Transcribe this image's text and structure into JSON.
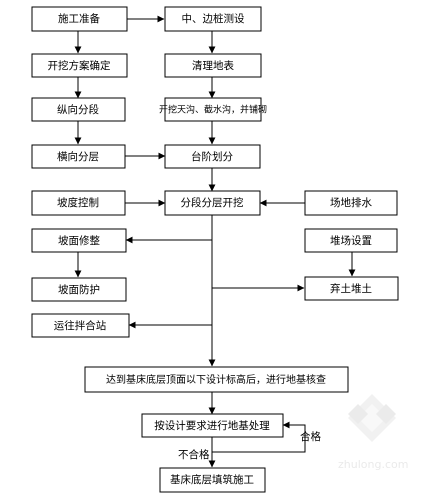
{
  "nodes": {
    "prep": "施工准备",
    "survey": "中、边桩测设",
    "plan": "开挖方案确定",
    "clear": "清理地表",
    "longitudinal": "纵向分段",
    "ditch": "开挖天沟、截水沟，并铺砌",
    "transverse": "横向分层",
    "step": "台阶划分",
    "slope_ctrl": "坡度控制",
    "excavate": "分段分层开挖",
    "drain": "场地排水",
    "trim": "坡面修整",
    "yard": "堆场设置",
    "protect": "坡面防护",
    "spoil": "弃土堆土",
    "mixing": "运往拌合站",
    "check": "达到基床底层顶面以下设计标高后，进行地基核查",
    "treat": "按设计要求进行地基处理",
    "fill": "基床底层填筑施工"
  },
  "edge_labels": {
    "pass": "合格",
    "fail": "不合格"
  },
  "watermark": {
    "text": "zhulong.com"
  }
}
